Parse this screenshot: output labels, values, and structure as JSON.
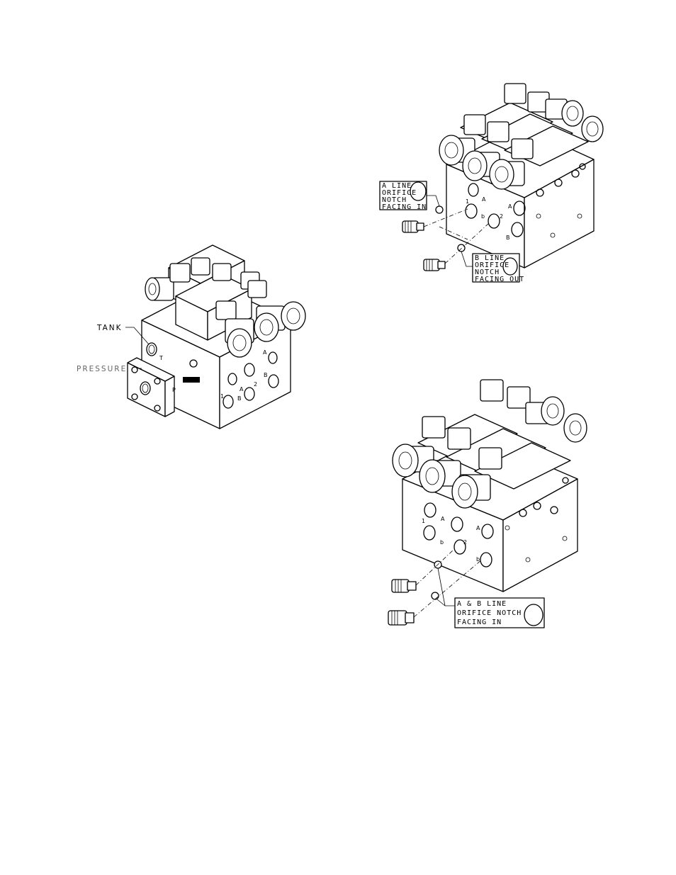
{
  "figure_left": {
    "labels": {
      "tank": "TANK",
      "pressure": "PRESSURE"
    },
    "port_marks": [
      "T",
      "P",
      "A",
      "2",
      "1",
      "B",
      "A",
      "B"
    ]
  },
  "figure_top_right": {
    "callout_a": {
      "lines": [
        "A LINE",
        "ORIFICE",
        "NOTCH",
        "FACING IN"
      ]
    },
    "callout_b": {
      "lines": [
        "B LINE",
        "ORIFICE",
        "NOTCH",
        "FACING OUT"
      ]
    },
    "port_marks": [
      "1",
      "A",
      "A",
      "b",
      "2",
      "B"
    ]
  },
  "figure_bottom_right": {
    "callout": {
      "lines": [
        "A & B LINE",
        "ORIFICE NOTCH",
        "FACING IN"
      ]
    },
    "port_marks": [
      "1",
      "A",
      "A",
      "b",
      "2",
      "b"
    ]
  },
  "colors": {
    "line": "#000000",
    "pressure_label": "#666666"
  }
}
